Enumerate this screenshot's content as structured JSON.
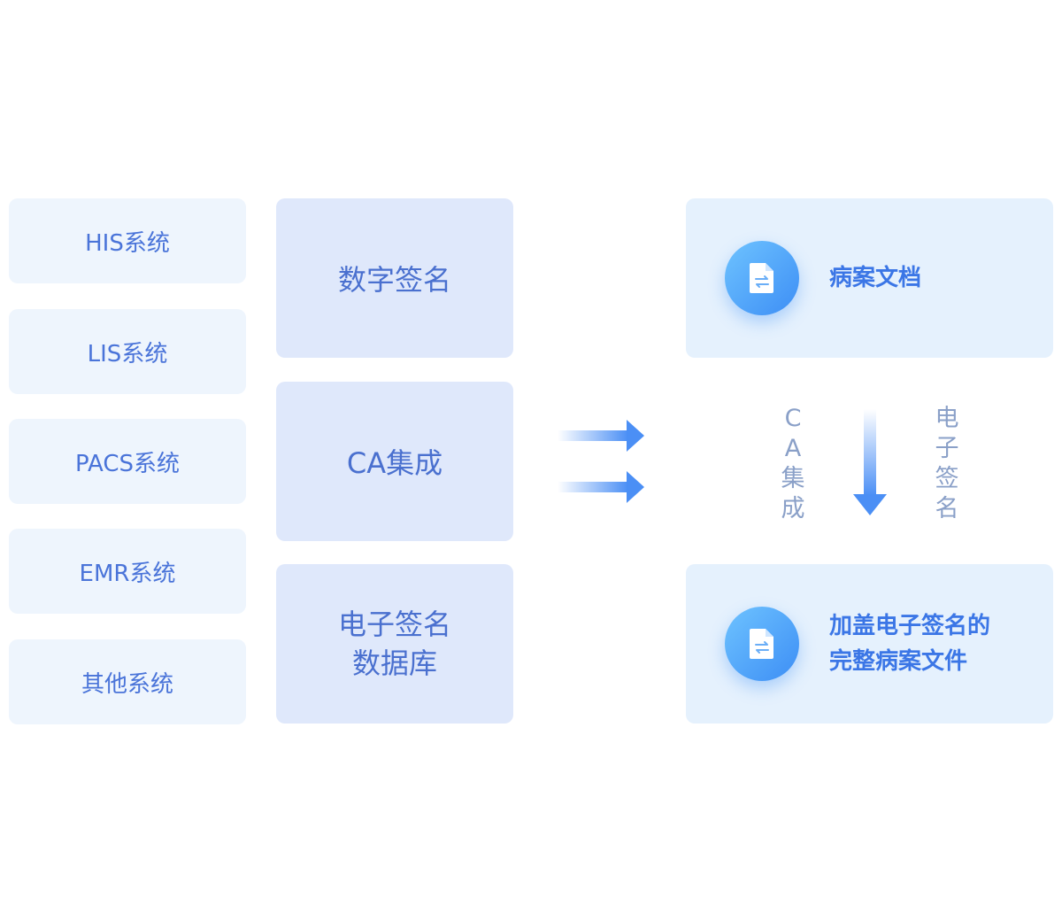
{
  "systems": [
    "HIS系统",
    "LIS系统",
    "PACS系统",
    "EMR系统",
    "其他系统"
  ],
  "middle": {
    "digital_signature": "数字签名",
    "ca_integration": "CA集成",
    "db_line1": "电子签名",
    "db_line2": "数据库"
  },
  "right": {
    "case_doc": "病案文档",
    "final_line1": "加盖电子签名的",
    "final_line2": "完整病案文件",
    "left_vertical": [
      "C",
      "A",
      "集",
      "成"
    ],
    "right_vertical": [
      "电",
      "子",
      "签",
      "名"
    ]
  },
  "icons": {
    "document": "document-exchange-icon",
    "arrow_right": "arrow-right-icon",
    "arrow_down": "arrow-down-icon"
  },
  "colors": {
    "system_box_bg": "#eef5fd",
    "middle_box_bg": "#dfe8fb",
    "doc_box_bg": "#e5f1fd",
    "accent_blue": "#3d8ef5",
    "text_blue": "#4a74d9"
  }
}
